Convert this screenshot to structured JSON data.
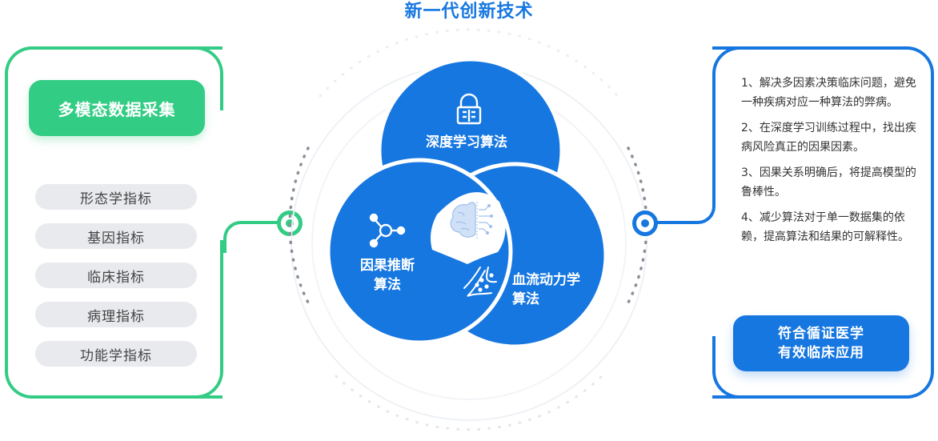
{
  "title": "新一代创新技术",
  "left": {
    "header": "多模态数据采集",
    "items": [
      "形态学指标",
      "基因指标",
      "临床指标",
      "病理指标",
      "功能学指标"
    ]
  },
  "center": {
    "circles": [
      {
        "label": "深度学习算法",
        "icon": "book-lock-icon"
      },
      {
        "label_line1": "因果推断",
        "label_line2": "算法",
        "icon": "network-node-icon"
      },
      {
        "label_line1": "血流动力学",
        "label_line2": "算法",
        "icon": "blood-flow-icon"
      }
    ],
    "center_icon": "brain-circuit-icon"
  },
  "right": {
    "benefits": [
      "1、解决多因素决策临床问题，避免一种疾病对应一种算法的弊病。",
      "2、在深度学习训练过程中，找出疾病风险真正的因果因素。",
      "3、因果关系明确后，将提高模型的鲁棒性。",
      "4、减少算法对于单一数据集的依赖，提高算法和结果的可解释性。"
    ],
    "result_line1": "符合循证医学",
    "result_line2": "有效临床应用"
  },
  "colors": {
    "green": "#33cc84",
    "blue": "#1677e0",
    "pill_bg": "#e9eaee"
  }
}
